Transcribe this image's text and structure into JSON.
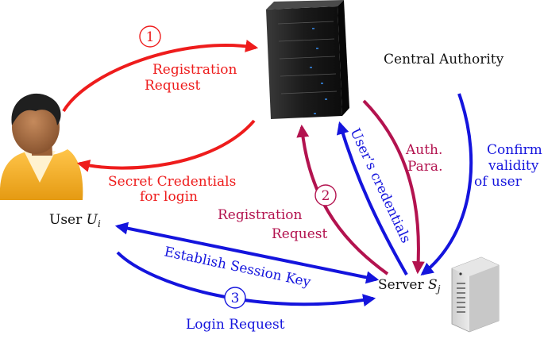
{
  "colors": {
    "red": "#ee1c1c",
    "crimson": "#b3134f",
    "blue": "#1414dd",
    "black": "#111111"
  },
  "nodes": {
    "central_authority": {
      "label": "Central Authority",
      "icon": "server-rack-icon"
    },
    "user": {
      "label_prefix": "User ",
      "symbol": "U",
      "subscript": "i",
      "icon": "user-avatar-icon"
    },
    "server": {
      "label_prefix": "Server ",
      "symbol": "S",
      "subscript": "j",
      "icon": "server-tower-icon"
    }
  },
  "steps": {
    "step1": "1",
    "step2": "2",
    "step3": "3"
  },
  "edges": {
    "registration_request_user": {
      "line1": "Registration",
      "line2": "Request",
      "color": "red"
    },
    "secret_credentials": {
      "line1": "Secret Credentials",
      "line2": "for login",
      "color": "red"
    },
    "registration_request_server": {
      "line1": "Registration",
      "line2": "Request",
      "color": "crimson"
    },
    "auth_para": {
      "line1": "Auth.",
      "line2": "Para.",
      "color": "crimson"
    },
    "users_credentials": {
      "text": "User’s credentials",
      "color": "blue"
    },
    "confirm_validity": {
      "line1": "Confirm",
      "line2": "validity",
      "line3": "of user",
      "color": "blue"
    },
    "establish_session_key": {
      "text": "Establish Session Key",
      "color": "blue"
    },
    "login_request": {
      "text": "Login Request",
      "color": "blue"
    }
  }
}
